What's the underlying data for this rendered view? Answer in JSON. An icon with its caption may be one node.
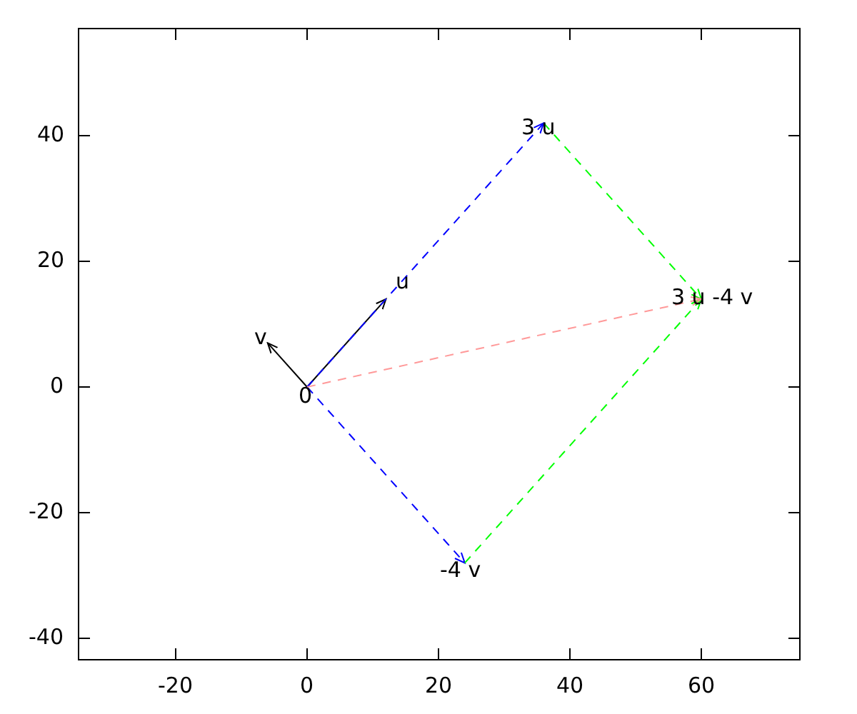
{
  "diagram": {
    "nodes": [
      {
        "text": [
          "0"
        ]
      },
      {
        "text": [
          "u"
        ]
      },
      {
        "text": [
          "v"
        ]
      },
      {
        "text": [
          "3 u"
        ]
      },
      {
        "text": [
          "-4 v"
        ]
      },
      {
        "text": [
          "3 u -4 v"
        ]
      }
    ],
    "edges": [
      {
        "from": 0,
        "to": 1,
        "arrow": "to",
        "color": "#000000"
      },
      {
        "from": 0,
        "to": 2,
        "arrow": "to",
        "color": "#000000"
      },
      {
        "from": 0,
        "to": 3,
        "arrow": "to",
        "style": "dashed",
        "color": "#0000ff"
      },
      {
        "from": 0,
        "to": 4,
        "arrow": "to",
        "style": "dashed",
        "color": "#0000ff"
      },
      {
        "from": 3,
        "to": 5,
        "arrow": "to",
        "style": "dashed",
        "color": "#00ff00"
      },
      {
        "from": 4,
        "to": 5,
        "arrow": "to",
        "style": "dashed",
        "color": "#00ff00"
      },
      {
        "from": 0,
        "to": 5,
        "arrow": "to",
        "style": "dashed",
        "color": "#ff9999"
      }
    ],
    "labels": [
      "40",
      "20",
      "0",
      "-20",
      "-40",
      "-20",
      "0",
      "20",
      "40",
      "60"
    ]
  }
}
